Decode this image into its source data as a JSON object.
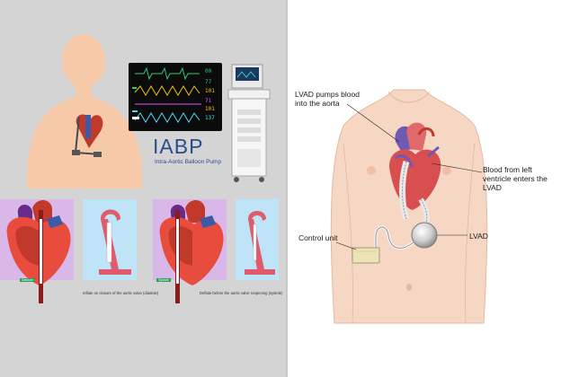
{
  "left_panel": {
    "title": "IABP",
    "subtitle": "Intra-Aortic Balloon Pump",
    "monitor_readings": [
      {
        "value": "00",
        "color": "#2ecc71"
      },
      {
        "value": "77",
        "color": "#2ecc71"
      },
      {
        "value": "101",
        "color": "#f1c40f"
      },
      {
        "value": "71",
        "color": "#e056fd"
      },
      {
        "value": "101",
        "color": "#f1c40f"
      },
      {
        "value": "137",
        "color": "#48dbfb"
      }
    ],
    "phases": [
      {
        "tag": "Diastole",
        "caption": "Inflate on closure of the aortic valve (diastole)"
      },
      {
        "tag": "Systole",
        "caption": "Deflate before the aortic valve reopening (systole)"
      }
    ],
    "colors": {
      "background": "#d4d4d4",
      "monitor": "#0b0b0b",
      "skin": "#f6c9a8",
      "blue_box": "#bfe3f7",
      "title": "#2a4d8f"
    }
  },
  "right_panel": {
    "labels": {
      "lvad_pumps": "LVAD pumps blood into the aorta",
      "blood_from": "Blood from left ventricle enters the LVAD",
      "control_unit": "Control unit",
      "lvad": "LVAD"
    },
    "colors": {
      "skin": "#f6d7c4",
      "outline": "#e3b8a0",
      "pump": "#c9c9c9",
      "control": "#eee3b5"
    }
  }
}
